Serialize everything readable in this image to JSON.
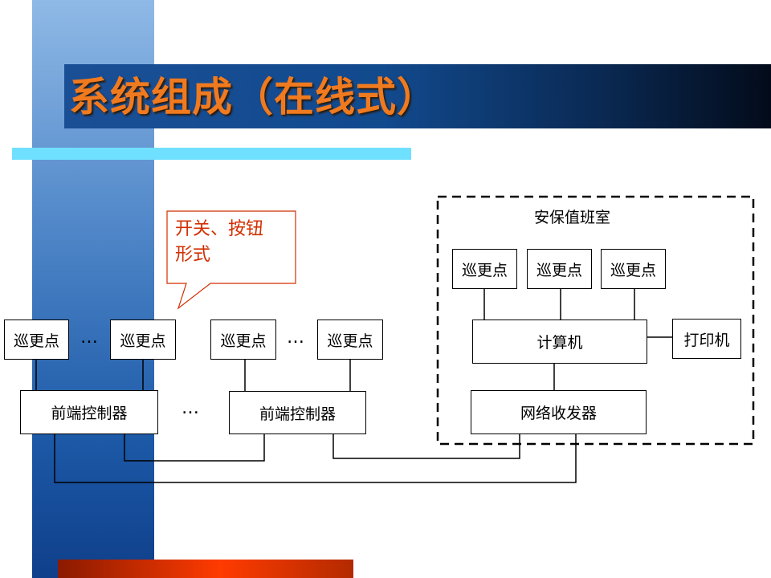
{
  "slide": {
    "title": "系统组成（在线式）",
    "callout": {
      "line1": "开关、按钮",
      "line2": "形式"
    },
    "zone_label": "安保值班室",
    "ellipsis": "…"
  },
  "nodes": {
    "patrol_point": "巡更点",
    "front_controller": "前端控制器",
    "computer": "计算机",
    "printer": "打印机",
    "network_transceiver": "网络收发器"
  },
  "colors": {
    "title_text": "#f07a1f",
    "title_band": "#124a8e",
    "left_bar": "#4f86c8",
    "accent_cyan": "#6fe0ff",
    "bottom_bar": "#ff3b00",
    "callout_text": "#d12f00",
    "callout_border": "#d12f00"
  }
}
